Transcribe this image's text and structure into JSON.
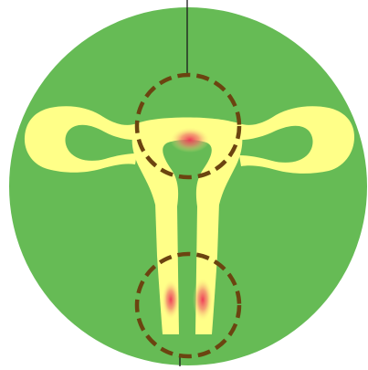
{
  "colors": {
    "background": "#ffffff",
    "disc": "#66bb55",
    "organ": "#ffff88",
    "highlight": "#ee4455",
    "callout_ring": "#6b4410",
    "leader_line": "#1a1a1a"
  },
  "callouts": [
    {
      "id": "upper",
      "target": "uterine-fundus"
    },
    {
      "id": "lower",
      "target": "cervix"
    }
  ],
  "highlights": [
    {
      "id": "fundus-spot",
      "region": "uterine-fundus"
    },
    {
      "id": "left-cervical-spot",
      "region": "cervix-left"
    },
    {
      "id": "right-cervical-spot",
      "region": "cervix-right"
    }
  ]
}
